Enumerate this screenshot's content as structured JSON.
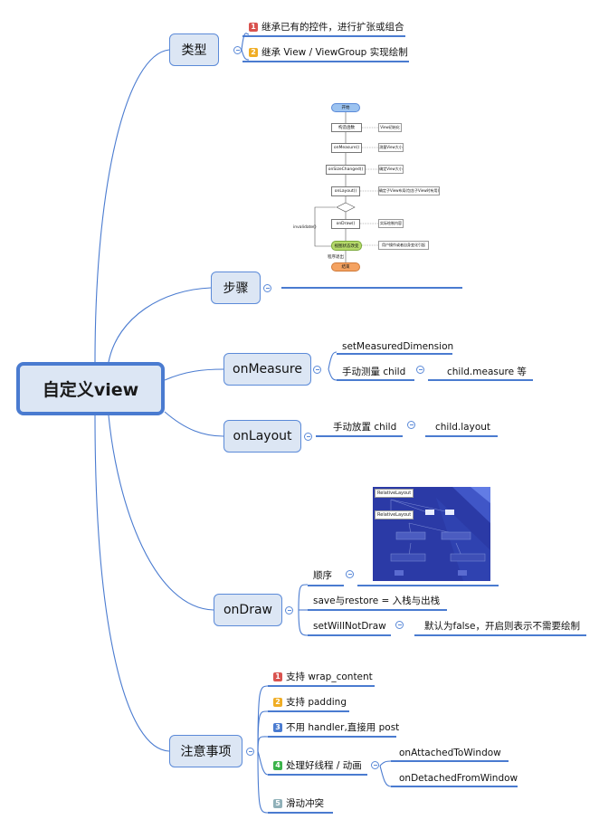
{
  "root": {
    "label": "自定义view"
  },
  "types": {
    "label": "类型",
    "items": [
      {
        "num": "1",
        "color": "#d9534f",
        "text": "继承已有的控件，进行扩张或组合"
      },
      {
        "num": "2",
        "color": "#f0ad24",
        "text": "继承 View / ViewGroup 实现绘制"
      }
    ]
  },
  "steps": {
    "label": "步骤",
    "flowchart": {
      "start": "开始",
      "end": "结束",
      "steps": [
        "构造函数",
        "onMeasure()",
        "onSizeChanged()",
        "onLayout()",
        "onDraw()",
        "视图状态改变"
      ],
      "notes": [
        "View初始化",
        "测量View大小",
        "确定View大小",
        "确定子View布局(包含子View时有用)",
        "实际绘制内容",
        "用户操作或者自身变化引起"
      ],
      "invalidate": "invalidate()",
      "exit": "程序退出"
    }
  },
  "onmeasure": {
    "label": "onMeasure",
    "item1": "setMeasuredDimension",
    "item2": "手动测量 child",
    "item2_child": "child.measure 等"
  },
  "onlayout": {
    "label": "onLayout",
    "item1": "手动放置 child",
    "item1_child": "child.layout"
  },
  "ondraw": {
    "label": "onDraw",
    "image": {
      "top_label": "RelativeLayout",
      "second_label": "RelativeLayout"
    },
    "item1": "顺序",
    "item2": "save与restore  =  入栈与出栈",
    "item3": "setWillNotDraw",
    "item3_child": "默认为false，开启则表示不需要绘制"
  },
  "notes": {
    "label": "注意事项",
    "items": [
      {
        "num": "1",
        "color": "#d9534f",
        "text": "支持 wrap_content"
      },
      {
        "num": "2",
        "color": "#f0ad24",
        "text": "支持 padding"
      },
      {
        "num": "3",
        "color": "#4a7bd0",
        "text": "不用 handler,直接用 post"
      },
      {
        "num": "4",
        "color": "#3bb34a",
        "text": "处理好线程 / 动画"
      },
      {
        "num": "5",
        "color": "#8fb0b8",
        "text": "滑动冲突"
      }
    ],
    "thread_children": [
      "onAttachedToWindow",
      "onDetachedFromWindow"
    ]
  }
}
